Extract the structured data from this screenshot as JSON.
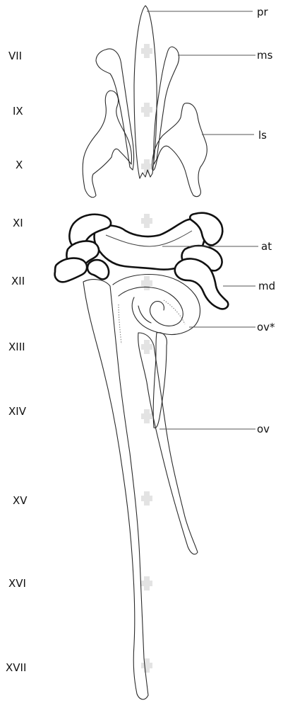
{
  "colors": {
    "background": "#ffffff",
    "outline": "#111111",
    "midline_marks": "#e3e3e3"
  },
  "segment_labels": [
    "VII",
    "IX",
    "X",
    "XI",
    "XII",
    "XIII",
    "XIV",
    "XV",
    "XVI",
    "XVII"
  ],
  "part_labels": {
    "pr": "pr",
    "ms": "ms",
    "ls": "ls",
    "at": "at",
    "md": "md",
    "ov_star": "ov*",
    "ov": "ov"
  }
}
